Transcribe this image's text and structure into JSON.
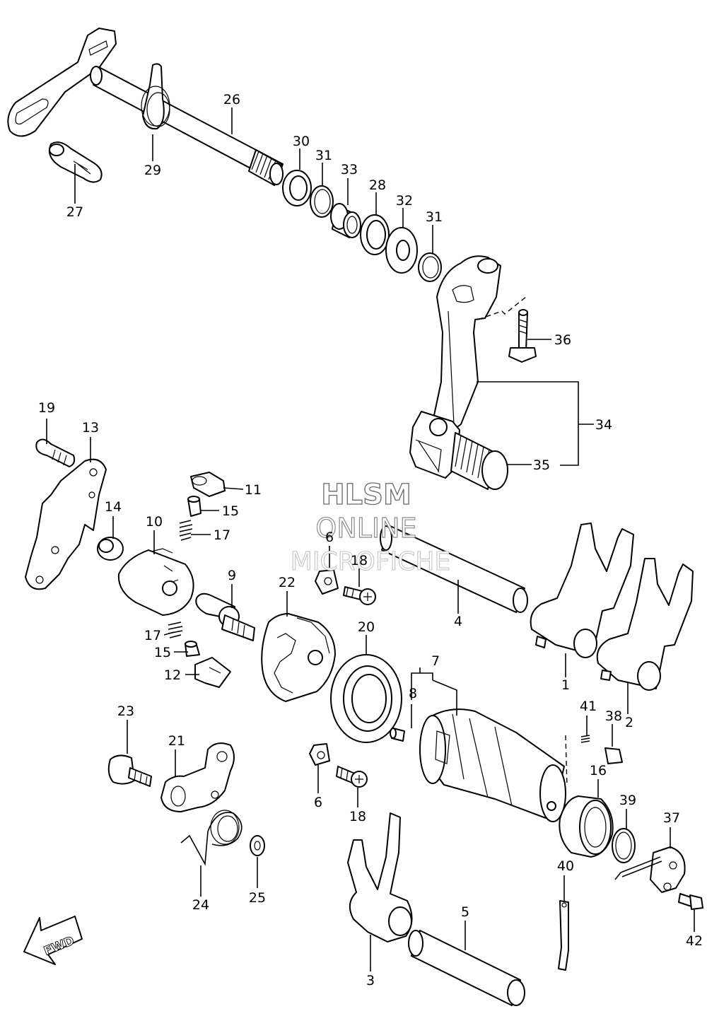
{
  "watermark": {
    "line1": "HLSM",
    "line2": "ONLINE",
    "line3": "MICROFICHE"
  },
  "fwd_label": "FWD",
  "callouts": [
    {
      "id": "c26",
      "text": "26"
    },
    {
      "id": "c29",
      "text": "29"
    },
    {
      "id": "c27",
      "text": "27"
    },
    {
      "id": "c30",
      "text": "30"
    },
    {
      "id": "c31a",
      "text": "31"
    },
    {
      "id": "c33",
      "text": "33"
    },
    {
      "id": "c28",
      "text": "28"
    },
    {
      "id": "c32",
      "text": "32"
    },
    {
      "id": "c31b",
      "text": "31"
    },
    {
      "id": "c36",
      "text": "36"
    },
    {
      "id": "c34",
      "text": "34"
    },
    {
      "id": "c35",
      "text": "35"
    },
    {
      "id": "c19",
      "text": "19"
    },
    {
      "id": "c13",
      "text": "13"
    },
    {
      "id": "c14",
      "text": "14"
    },
    {
      "id": "c10",
      "text": "10"
    },
    {
      "id": "c11",
      "text": "11"
    },
    {
      "id": "c15a",
      "text": "15"
    },
    {
      "id": "c17a",
      "text": "17"
    },
    {
      "id": "c9",
      "text": "9"
    },
    {
      "id": "c22",
      "text": "22"
    },
    {
      "id": "c6a",
      "text": "6"
    },
    {
      "id": "c18a",
      "text": "18"
    },
    {
      "id": "c4",
      "text": "4"
    },
    {
      "id": "c17b",
      "text": "17"
    },
    {
      "id": "c15b",
      "text": "15"
    },
    {
      "id": "c12",
      "text": "12"
    },
    {
      "id": "c20",
      "text": "20"
    },
    {
      "id": "c7",
      "text": "7"
    },
    {
      "id": "c8",
      "text": "8"
    },
    {
      "id": "c1",
      "text": "1"
    },
    {
      "id": "c2",
      "text": "2"
    },
    {
      "id": "c41",
      "text": "41"
    },
    {
      "id": "c38",
      "text": "38"
    },
    {
      "id": "c23",
      "text": "23"
    },
    {
      "id": "c21",
      "text": "21"
    },
    {
      "id": "c6b",
      "text": "6"
    },
    {
      "id": "c18b",
      "text": "18"
    },
    {
      "id": "c16",
      "text": "16"
    },
    {
      "id": "c39",
      "text": "39"
    },
    {
      "id": "c37",
      "text": "37"
    },
    {
      "id": "c40",
      "text": "40"
    },
    {
      "id": "c24",
      "text": "24"
    },
    {
      "id": "c25",
      "text": "25"
    },
    {
      "id": "c5",
      "text": "5"
    },
    {
      "id": "c3",
      "text": "3"
    },
    {
      "id": "c42",
      "text": "42"
    }
  ]
}
